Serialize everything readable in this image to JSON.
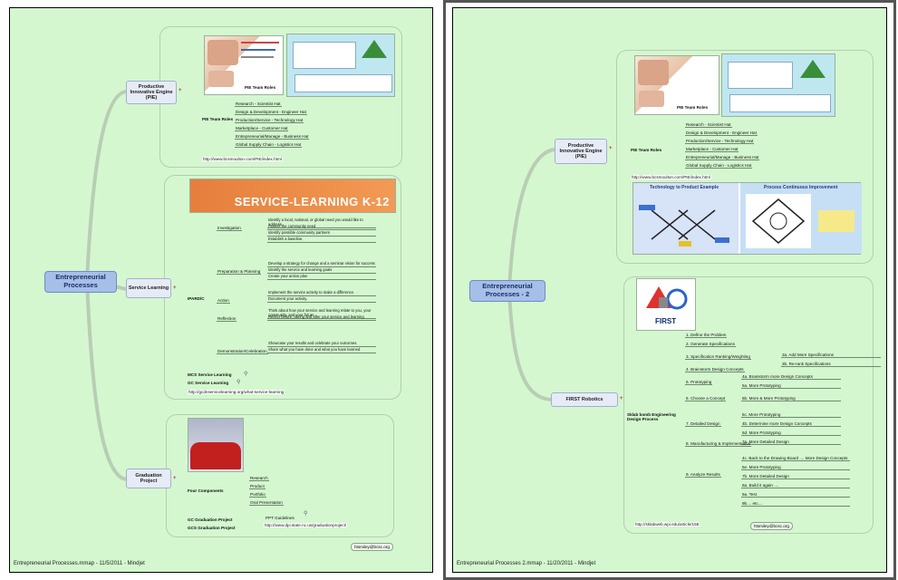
{
  "left": {
    "root": "Entrepreneurial Processes",
    "pce": {
      "topic": "Productive Innovative Engine (PIE)",
      "img_caption": "PIE Team Roles",
      "roles_label": "PIE Team Roles",
      "roles": [
        "Research - Scientist Hat",
        "Design & Development - Engineer Hat",
        "Production/Service - Technology Hat",
        "Marketplace - Customer Hat",
        "Entrepreneurial/Manage - Business Hat",
        "Global Supply Chain - Logistics Hat"
      ],
      "link": "http://www.bcsmoulton.com/PIE/index.html"
    },
    "sl": {
      "topic": "Service Learning",
      "banner": "SERVICE-LEARNING K-12",
      "ipardc": "IPARD/C",
      "stages": [
        {
          "name": "Investigation",
          "items": [
            "Identify a local, national, or global need you would like to address.",
            "Assess the community need",
            "Identify possible community partners",
            "Establish a baseline."
          ]
        },
        {
          "name": "Preparation & Planning",
          "items": [
            "Develop a strategy for change and a seminar vision for success",
            "Identify the service and learning goals",
            "Create your action plan"
          ]
        },
        {
          "name": "Action",
          "items": [
            "Implement the service activity to make a difference.",
            "Document your activity."
          ]
        },
        {
          "name": "Reflection",
          "items": [
            "Think about how your service and learning relate to you, your community, and your future.",
            "Reflect before, during and after your service and learning"
          ]
        },
        {
          "name": "Demonstration/Celebration",
          "items": [
            "Showcase your results and celebrate your outcomes.",
            "Share what you have done and what you have learned"
          ]
        }
      ],
      "extra": [
        "MCS Service Learning",
        "GC Service Learning"
      ],
      "link": "http://gcdnservicelearning.org/what-service-learning"
    },
    "gp": {
      "topic": "Graduation Project",
      "four": "Four Components",
      "components": [
        "Research",
        "Product",
        "Portfolio",
        "Oral Presentation"
      ],
      "extra": [
        "GC Graduation Project",
        "GCS Graduation Project"
      ],
      "ppt": "PPT Guidelines",
      "link": "http://www.dpi.state.nc.us/graduationproject/"
    },
    "email": "htsmiley@bcsc.org",
    "footer": "Entrepreneurial Processes.mmap - 11/5/2011 - Mindjet"
  },
  "right": {
    "root": "Entrepreneurial Processes - 2",
    "pce": {
      "topic": "Productive Innovative Engine (PIE)",
      "img_caption": "PIE Team Roles",
      "roles_label": "PIE Team Roles",
      "roles": [
        "Research - Scientist Hat",
        "Design & Development - Engineer Hat",
        "Production/Service - Technology Hat",
        "Marketplace - Customer Hat",
        "Entrepreneurial/Manage - Business Hat",
        "Global Supply Chain - Logistics Hat"
      ],
      "link": "http://www.bcsmoulton.com/PIE/index.html",
      "diag_left": "Technology to Product Example",
      "diag_right": "Process Continuous Improvement"
    },
    "first": {
      "topic": "FIRST Robotics",
      "logo": "FIRST",
      "process_label": "Sklab bomb Engineering Design Process",
      "steps": [
        {
          "name": "1. Define the Problem",
          "subs": []
        },
        {
          "name": "2. Generate Specifications",
          "subs": []
        },
        {
          "name": "3. Specification Ranking/Weighting",
          "subs": [
            "3a. Add More Specifications",
            "3b. Re-rank Specifications"
          ]
        },
        {
          "name": "4. Brainstorm Design Concepts",
          "subs": []
        },
        {
          "name": "5. Prototyping",
          "subs": [
            "4a. Brainstorm more Design Concepts",
            "5a. More Prototyping"
          ]
        },
        {
          "name": "6. Choose a Concept",
          "subs": [
            "5b. More & More Prototyping"
          ]
        },
        {
          "name": "7. Detailed Design",
          "subs": [
            "5c. More Prototyping",
            "4b. Determine more Design Concepts",
            "5d. More Prototyping",
            "7a. More Detailed Design"
          ]
        },
        {
          "name": "8. Manufacturing & Implementation",
          "subs": []
        },
        {
          "name": "9. Analyze Results",
          "subs": [
            "4c. Back to the Drawing Board .... More Design Concepts",
            "5e. More Prototyping",
            "7b. More Detailed Design",
            "8a. Build it again ....",
            "9a. Test",
            "9b.... etc...."
          ]
        }
      ],
      "link": "http://sklabweb.wpi.edu/article/158"
    },
    "email": "htsmiley@bcsc.org",
    "footer": "Entrepreneurial Processes 2.mmap - 11/20/2011 - Mindjet"
  }
}
